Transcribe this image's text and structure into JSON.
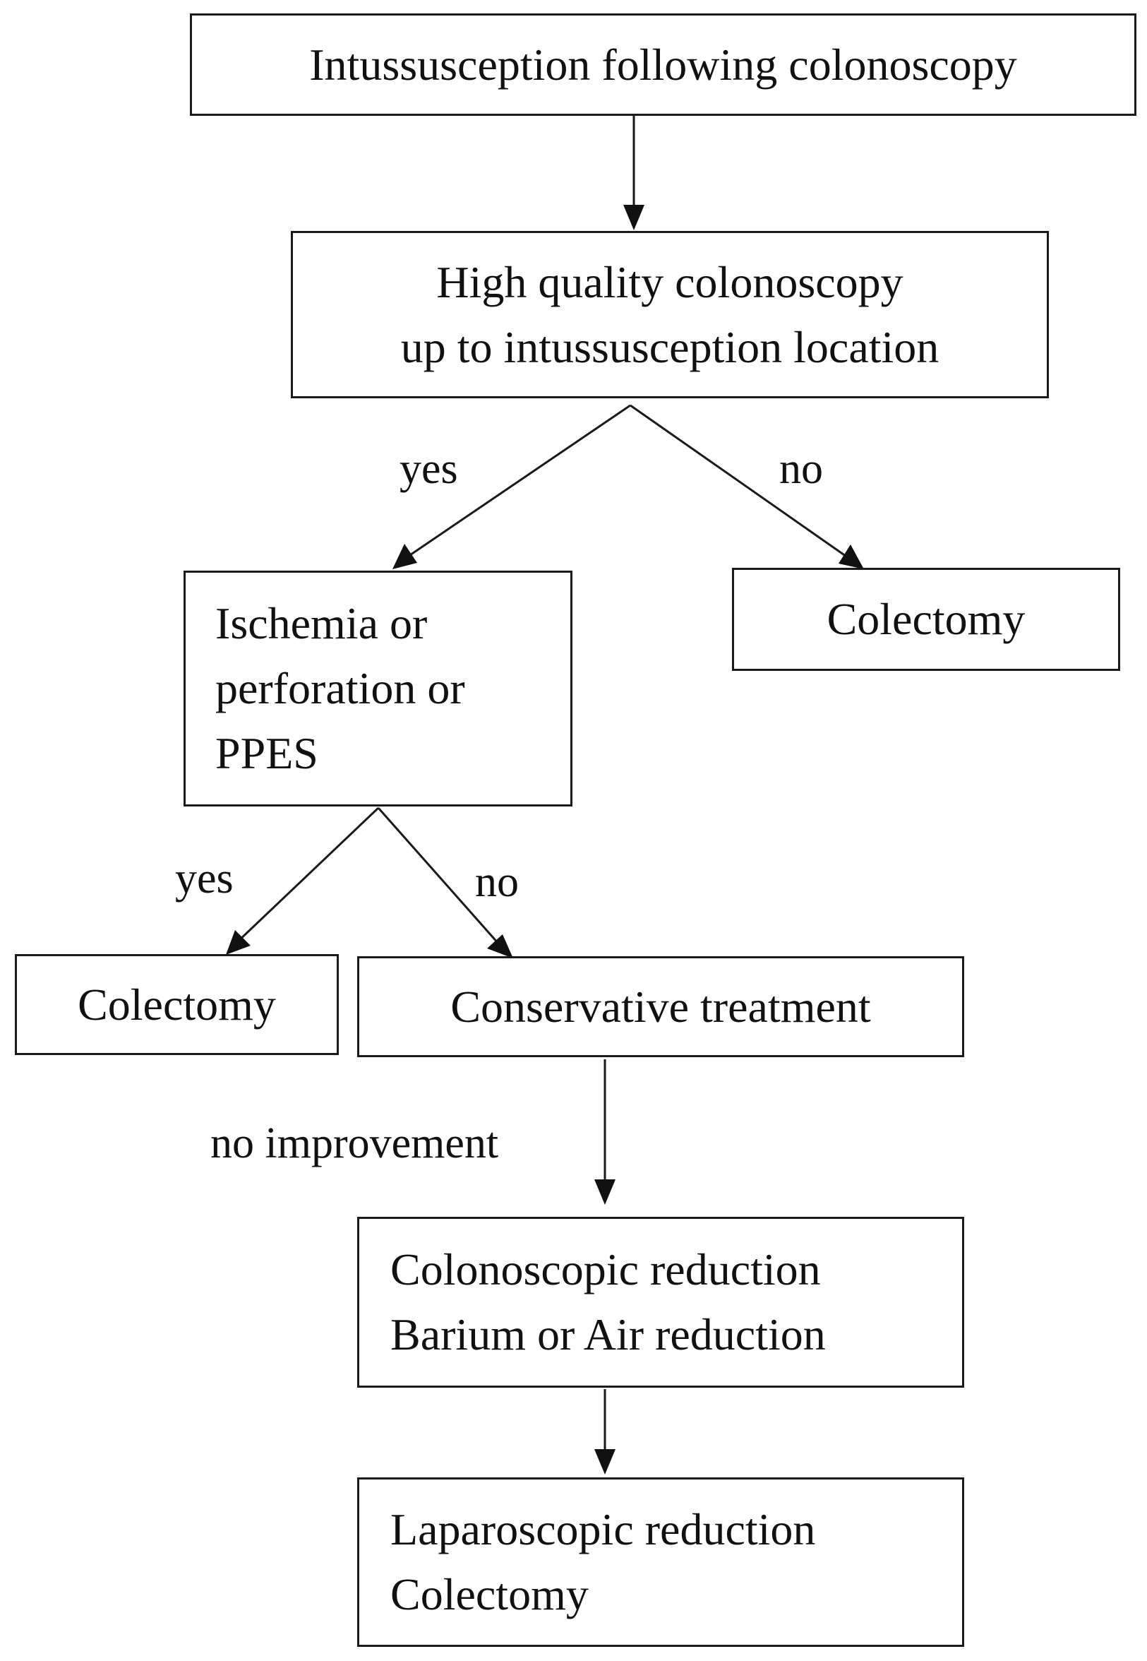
{
  "diagram": {
    "nodes": {
      "start": [
        "Intussusception following colonoscopy"
      ],
      "hq": [
        "High quality colonoscopy",
        "up to intussusception location"
      ],
      "ischemia": [
        "Ischemia or",
        "perforation or",
        "PPES"
      ],
      "colectomy_right": [
        "Colectomy"
      ],
      "colectomy_left": [
        "Colectomy"
      ],
      "conservative": [
        "Conservative treatment"
      ],
      "reduction": [
        "Colonoscopic reduction",
        "Barium or Air reduction"
      ],
      "laparoscopic": [
        "Laparoscopic reduction",
        "Colectomy"
      ]
    },
    "edge_labels": {
      "hq_yes": "yes",
      "hq_no": "no",
      "isch_yes": "yes",
      "isch_no": "no",
      "cons_noimp": "no improvement"
    }
  }
}
